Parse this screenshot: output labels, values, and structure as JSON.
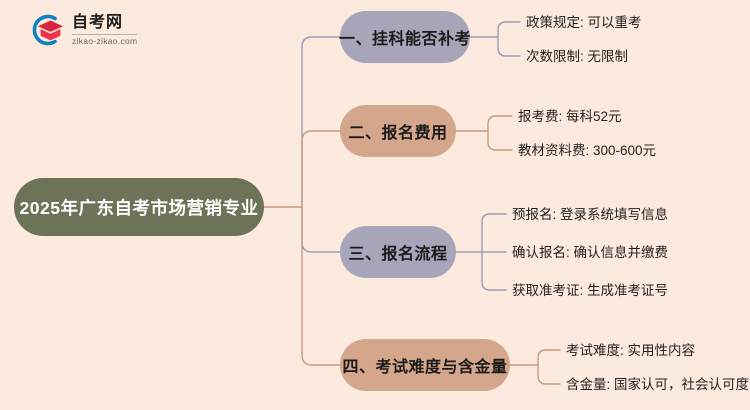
{
  "page": {
    "background_color": "#fdeadf",
    "type": "mindmap"
  },
  "logo": {
    "name": "自考网",
    "domain": "zikao-zikao.com",
    "mark_arc_color": "#0e7fc0",
    "mark_cap_color": "#d8243c"
  },
  "root": {
    "label": "2025年广东自考市场营销专业",
    "color": "#6c7458",
    "text_color": "#ffffff"
  },
  "branches": [
    {
      "label": "一、挂科能否补考",
      "color": "#a6a5ba",
      "link_color": "#9d9cb4",
      "leaves": [
        {
          "label": "政策规定: 可以重考"
        },
        {
          "label": "次数限制: 无限制"
        }
      ]
    },
    {
      "label": "二、报名费用",
      "color": "#d4a68c",
      "link_color": "#c89a80",
      "leaves": [
        {
          "label": "报考费: 每科52元"
        },
        {
          "label": "教材资料费: 300-600元"
        }
      ]
    },
    {
      "label": "三、报名流程",
      "color": "#a6a5ba",
      "link_color": "#9d9cb4",
      "leaves": [
        {
          "label": "预报名: 登录系统填写信息"
        },
        {
          "label": "确认报名: 确认信息并缴费"
        },
        {
          "label": "获取准考证: 生成准考证号"
        }
      ]
    },
    {
      "label": "四、考试难度与含金量",
      "color": "#d4a68c",
      "link_color": "#c89a80",
      "leaves": [
        {
          "label": "考试难度: 实用性内容"
        },
        {
          "label": "含金量: 国家认可，社会认可度高"
        }
      ]
    }
  ]
}
